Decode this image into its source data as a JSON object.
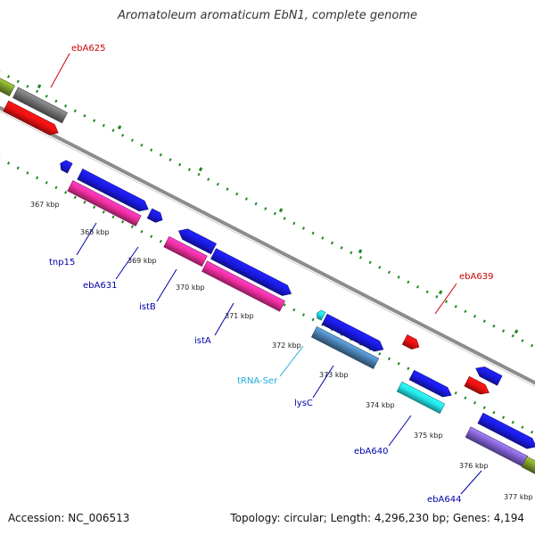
{
  "title": "Aromatoleum aromaticum EbN1, complete genome",
  "footer": {
    "accession": "Accession: NC_006513",
    "summary": "Topology: circular; Length: 4,296,230 bp; Genes: 4,194"
  },
  "kbp_ticks": [
    "367 kbp",
    "368 kbp",
    "369 kbp",
    "370 kbp",
    "371 kbp",
    "372 kbp",
    "373 kbp",
    "374 kbp",
    "375 kbp",
    "376 kbp",
    "377 kbp"
  ],
  "feature_labels": [
    {
      "id": "ebA625",
      "text": "ebA625",
      "color": "#cc0000"
    },
    {
      "id": "tnp15",
      "text": "tnp15",
      "color": "#0000aa"
    },
    {
      "id": "ebA631",
      "text": "ebA631",
      "color": "#0000aa"
    },
    {
      "id": "istB",
      "text": "istB",
      "color": "#0000aa"
    },
    {
      "id": "istA",
      "text": "istA",
      "color": "#0000aa"
    },
    {
      "id": "tRNA-Ser",
      "text": "tRNA-Ser",
      "color": "#22aadd"
    },
    {
      "id": "lysC",
      "text": "lysC",
      "color": "#0000aa"
    },
    {
      "id": "ebA639",
      "text": "ebA639",
      "color": "#cc0000"
    },
    {
      "id": "ebA640",
      "text": "ebA640",
      "color": "#0000aa"
    },
    {
      "id": "ebA644",
      "text": "ebA644",
      "color": "#0000aa"
    }
  ],
  "colors": {
    "backbone": "#8c8c8c",
    "tick_marks": "#228822",
    "cds_blue": "#1a1ae6",
    "rna_magenta": "#ee2e9c",
    "red_feature": "#ee1111",
    "gray_feature": "#707070",
    "cyan_feature": "#22e4e8",
    "steel_feature": "#4a7fb0",
    "violet_feature": "#7f5fd0",
    "olive_feature": "#7a9a2a"
  }
}
